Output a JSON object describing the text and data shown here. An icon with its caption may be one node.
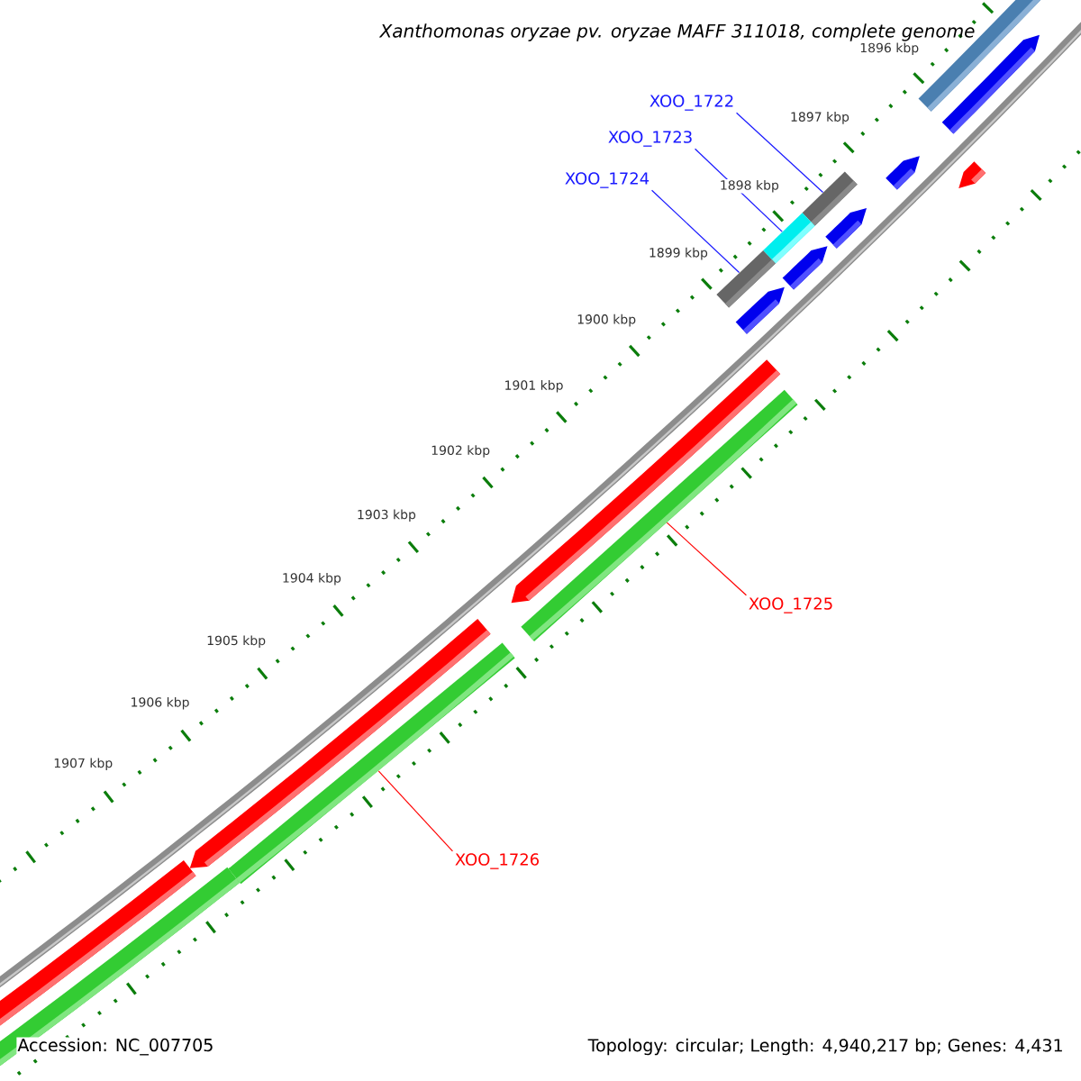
{
  "diagram": {
    "title": "Xanthomonas oryzae pv. oryzae MAFF 311018, complete genome",
    "nodes": [
      {
        "text": [
          "XOO_1722"
        ]
      },
      {
        "text": [
          "XOO_1723"
        ]
      },
      {
        "text": [
          "XOO_1724"
        ]
      },
      {
        "text": [
          "XOO_1725"
        ]
      },
      {
        "text": [
          "XOO_1726"
        ]
      },
      {
        "text": [],
        "shape": "bar"
      },
      {
        "text": [],
        "shape": "bar"
      },
      {
        "text": [],
        "shape": "bar"
      },
      {
        "text": [],
        "shape": "bar"
      },
      {
        "text": [],
        "shape": "bar"
      }
    ],
    "edges": [
      {
        "from": 0,
        "to": 5,
        "arrow": "none"
      },
      {
        "from": 1,
        "to": 6,
        "arrow": "none"
      },
      {
        "from": 2,
        "to": 7,
        "arrow": "none"
      },
      {
        "from": 3,
        "to": 8,
        "arrow": "none",
        "color": "#ff0000"
      },
      {
        "from": 4,
        "to": 9,
        "arrow": "none",
        "color": "#ff0000"
      }
    ],
    "labels": [
      "1896 kbp",
      "1897 kbp",
      "1898 kbp",
      "1899 kbp",
      "1900 kbp",
      "1901 kbp",
      "1902 kbp",
      "1903 kbp",
      "1904 kbp",
      "1905 kbp",
      "1906 kbp",
      "1907 kbp",
      "Accession: NC_007705",
      "Topology: circular; Length: 4,940,217 bp; Genes: 4,431"
    ]
  }
}
